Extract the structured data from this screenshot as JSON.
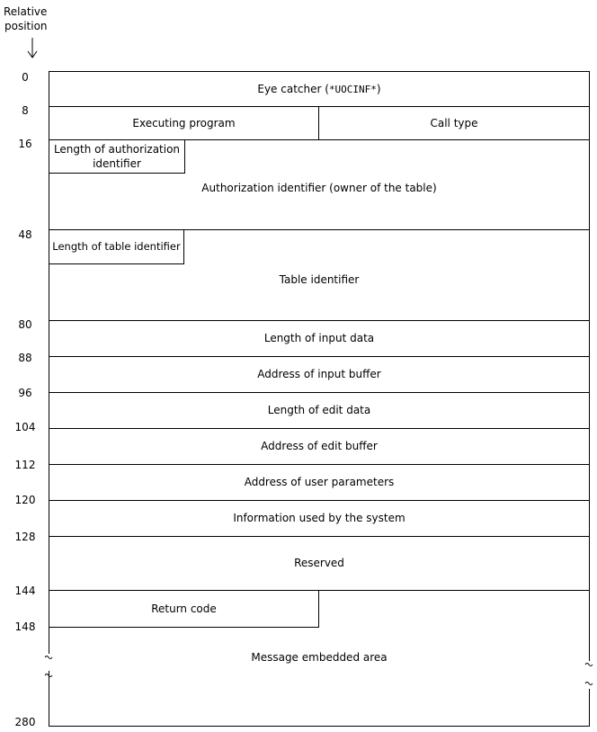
{
  "header": {
    "line1": "Relative",
    "line2": "position"
  },
  "offsets": [
    "0",
    "8",
    "16",
    "48",
    "80",
    "88",
    "96",
    "104",
    "112",
    "120",
    "128",
    "144",
    "148",
    "280"
  ],
  "fields": {
    "eye_catcher_label": "Eye catcher (",
    "eye_catcher_code": "*UOCINF*",
    "eye_catcher_close": ")",
    "executing_program": "Executing program",
    "call_type": "Call type",
    "auth_id_length": "Length of authorization identifier",
    "auth_id": "Authorization identifier (owner of the table)",
    "table_id_length": "Length of table identifier",
    "table_id": "Table identifier",
    "input_data_length": "Length of input data",
    "input_buffer_address": "Address of input buffer",
    "edit_data_length": "Length of edit data",
    "edit_buffer_address": "Address of edit buffer",
    "user_params_address": "Address of user parameters",
    "system_info": "Information used by the system",
    "reserved": "Reserved",
    "return_code": "Return code",
    "message_area": "Message embedded area"
  }
}
